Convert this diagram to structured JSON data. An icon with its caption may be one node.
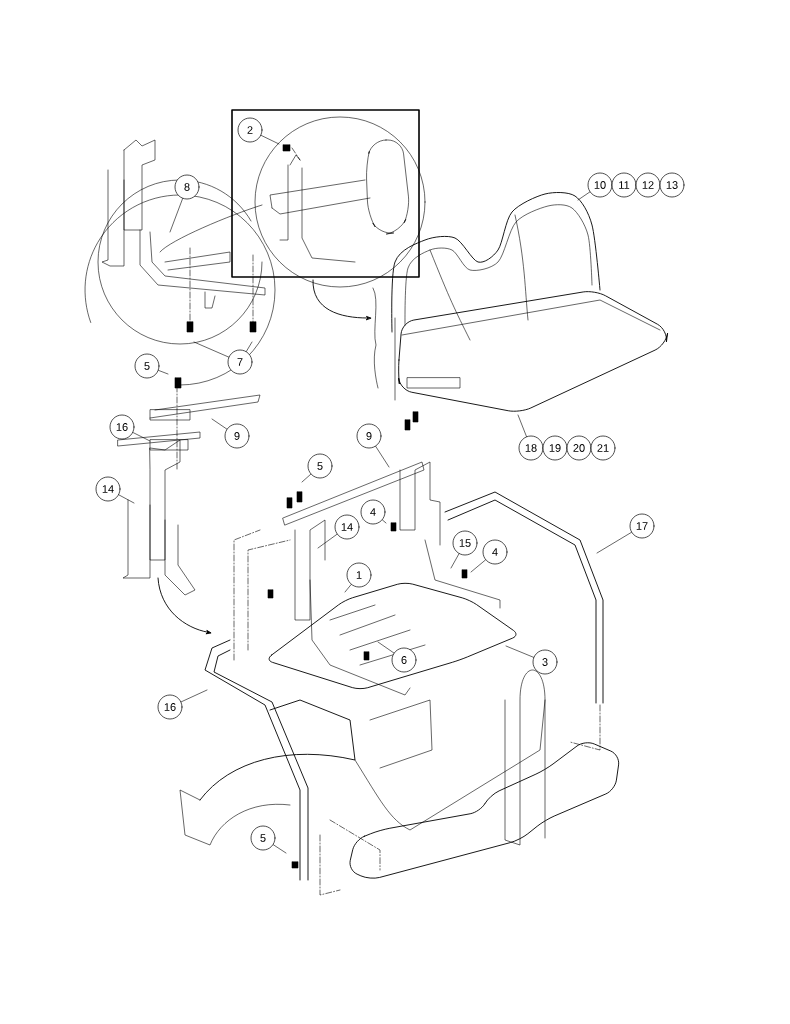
{
  "diagram": {
    "nodes": [
      {
        "text": [
          "2"
        ]
      },
      {
        "text": [
          "8"
        ]
      },
      {
        "text": [
          "7"
        ]
      },
      {
        "text": [
          "10"
        ]
      },
      {
        "text": [
          "11"
        ]
      },
      {
        "text": [
          "12"
        ]
      },
      {
        "text": [
          "13"
        ]
      },
      {
        "text": [
          "18"
        ]
      },
      {
        "text": [
          "19"
        ]
      },
      {
        "text": [
          "20"
        ]
      },
      {
        "text": [
          "21"
        ]
      },
      {
        "text": [
          "5"
        ]
      },
      {
        "text": [
          "16"
        ]
      },
      {
        "text": [
          "9"
        ]
      },
      {
        "text": [
          "14"
        ]
      },
      {
        "text": [
          "9"
        ]
      },
      {
        "text": [
          "5"
        ]
      },
      {
        "text": [
          "4"
        ]
      },
      {
        "text": [
          "14"
        ]
      },
      {
        "text": [
          "15"
        ]
      },
      {
        "text": [
          "4"
        ]
      },
      {
        "text": [
          "17"
        ]
      },
      {
        "text": [
          "1"
        ]
      },
      {
        "text": [
          "6"
        ]
      },
      {
        "text": [
          "3"
        ]
      },
      {
        "text": [
          "16"
        ]
      },
      {
        "text": [
          "5"
        ]
      }
    ],
    "edges": [
      {
        "from": 0,
        "to": null,
        "arrow": "none"
      },
      {
        "from": 1,
        "to": null,
        "arrow": "none"
      },
      {
        "from": 2,
        "to": null,
        "arrow": "none"
      },
      {
        "from": 2,
        "to": null,
        "arrow": "none"
      },
      {
        "from": 3,
        "to": null,
        "arrow": "none"
      },
      {
        "from": 7,
        "to": null,
        "arrow": "none"
      },
      {
        "from": 11,
        "to": null,
        "arrow": "none"
      },
      {
        "from": 12,
        "to": null,
        "arrow": "none"
      },
      {
        "from": 13,
        "to": null,
        "arrow": "none"
      },
      {
        "from": 14,
        "to": null,
        "arrow": "none"
      },
      {
        "from": 15,
        "to": null,
        "arrow": "none"
      },
      {
        "from": 16,
        "to": null,
        "arrow": "none"
      },
      {
        "from": 17,
        "to": null,
        "arrow": "none"
      },
      {
        "from": 18,
        "to": null,
        "arrow": "none"
      },
      {
        "from": 19,
        "to": null,
        "arrow": "none"
      },
      {
        "from": 20,
        "to": null,
        "arrow": "none"
      },
      {
        "from": 21,
        "to": null,
        "arrow": "none"
      },
      {
        "from": 22,
        "to": null,
        "arrow": "none"
      },
      {
        "from": 23,
        "to": null,
        "arrow": "none"
      },
      {
        "from": 24,
        "to": null,
        "arrow": "none"
      },
      {
        "from": 25,
        "to": null,
        "arrow": "none"
      },
      {
        "from": 26,
        "to": null,
        "arrow": "none"
      }
    ]
  }
}
